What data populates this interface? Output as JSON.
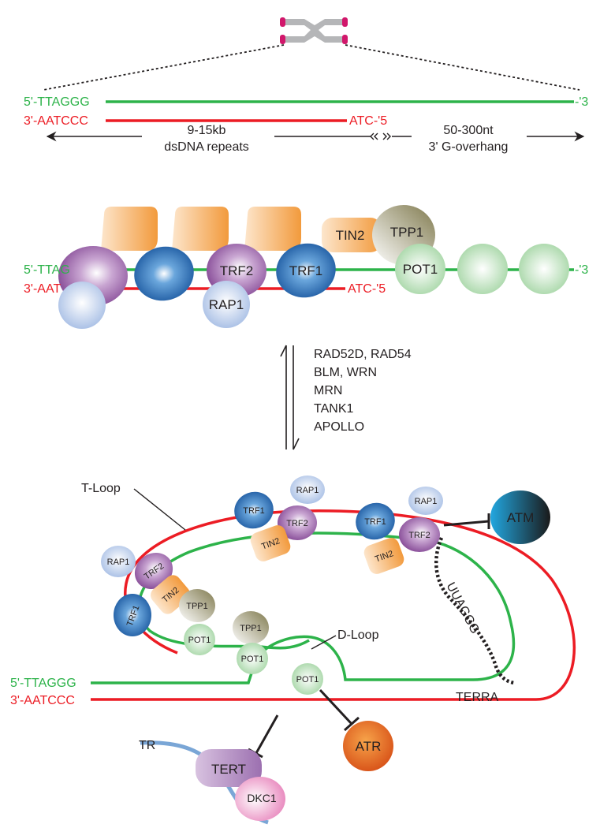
{
  "colors": {
    "g_strand": "#2db34a",
    "c_strand": "#ec1c24",
    "trf2": "#8a4a9a",
    "trf1": "#1b5fa8",
    "rap1": "#a8c0e6",
    "tin2": "#f4a14a",
    "tpp1": "#8a8257",
    "pot1": "#a8d8a8",
    "atm": "#1a9ad6",
    "atr": "#e8641c",
    "tert": "#a77db8",
    "dkc1": "#e8a0c8",
    "tr": "#7aa6d6"
  },
  "top": {
    "g_left": "5'-TTAGGG",
    "g_right": "-'3",
    "c_left": "3'-AATCCC",
    "c_right": "ATC-'5",
    "ds_size": "9-15kb",
    "ds_label": "dsDNA repeats",
    "oh_size": "50-300nt",
    "oh_label": "3' G-overhang"
  },
  "shelterin": {
    "g_left": "5'-TTAG",
    "g_right": "-'3",
    "c_left": "3'-AAT",
    "c_right": "ATC-'5",
    "trf2": "TRF2",
    "trf1": "TRF1",
    "rap1": "RAP1",
    "tin2": "TIN2",
    "tpp1": "TPP1",
    "pot1": "POT1"
  },
  "factors": [
    "RAD52D, RAD54",
    "BLM, WRN",
    "MRN",
    "TANK1",
    "APOLLO"
  ],
  "tloop": {
    "tloop_label": "T-Loop",
    "dloop_label": "D-Loop",
    "g_left": "5'-TTAGGG",
    "c_left": "3'-AATCCC",
    "terra_seq": "UUAGGG",
    "terra_label": "TERRA",
    "trf1": "TRF1",
    "trf2": "TRF2",
    "rap1": "RAP1",
    "tin2": "TIN2",
    "tpp1": "TPP1",
    "pot1": "POT1",
    "atm": "ATM",
    "atr": "ATR",
    "tert": "TERT",
    "dkc1": "DKC1",
    "tr": "TR"
  }
}
